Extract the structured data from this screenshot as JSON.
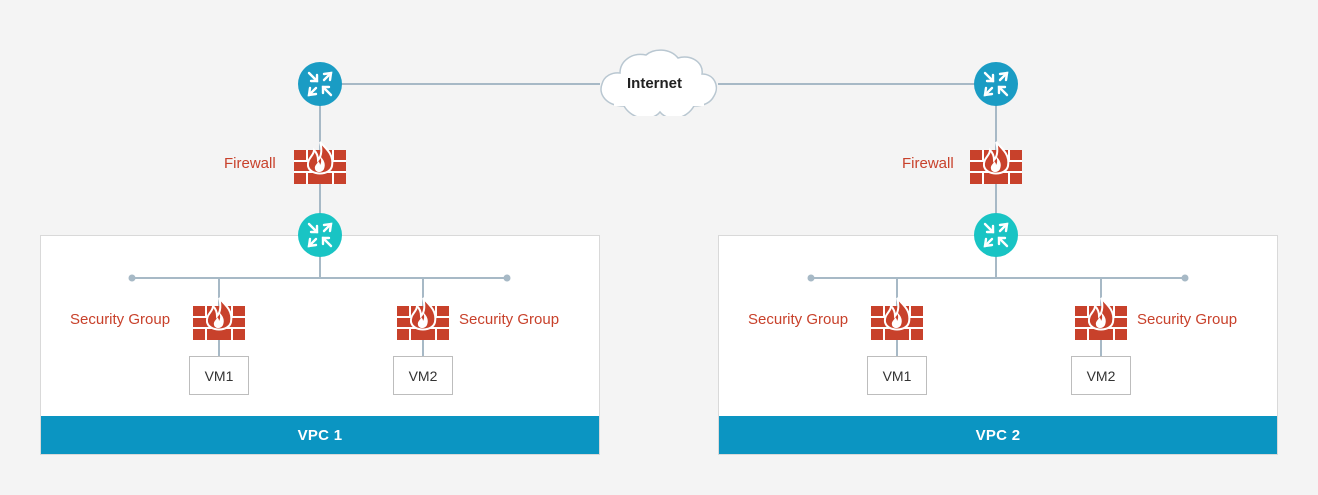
{
  "colors": {
    "background": "#f4f4f4",
    "line": "#a7b9c6",
    "router_edge": "#1a9cc4",
    "router_internal": "#19c4c4",
    "firewall": "#c8412b",
    "label": "#c8412b",
    "vpc_bar": "#0b95c2"
  },
  "internet": {
    "label": "Internet",
    "icon": "cloud-icon"
  },
  "vpcs": [
    {
      "name": "VPC 1",
      "firewall_label": "Firewall",
      "security_groups": [
        {
          "label": "Security Group",
          "vm": "VM1"
        },
        {
          "label": "Security Group",
          "vm": "VM2"
        }
      ]
    },
    {
      "name": "VPC 2",
      "firewall_label": "Firewall",
      "security_groups": [
        {
          "label": "Security Group",
          "vm": "VM1"
        },
        {
          "label": "Security Group",
          "vm": "VM2"
        }
      ]
    }
  ]
}
